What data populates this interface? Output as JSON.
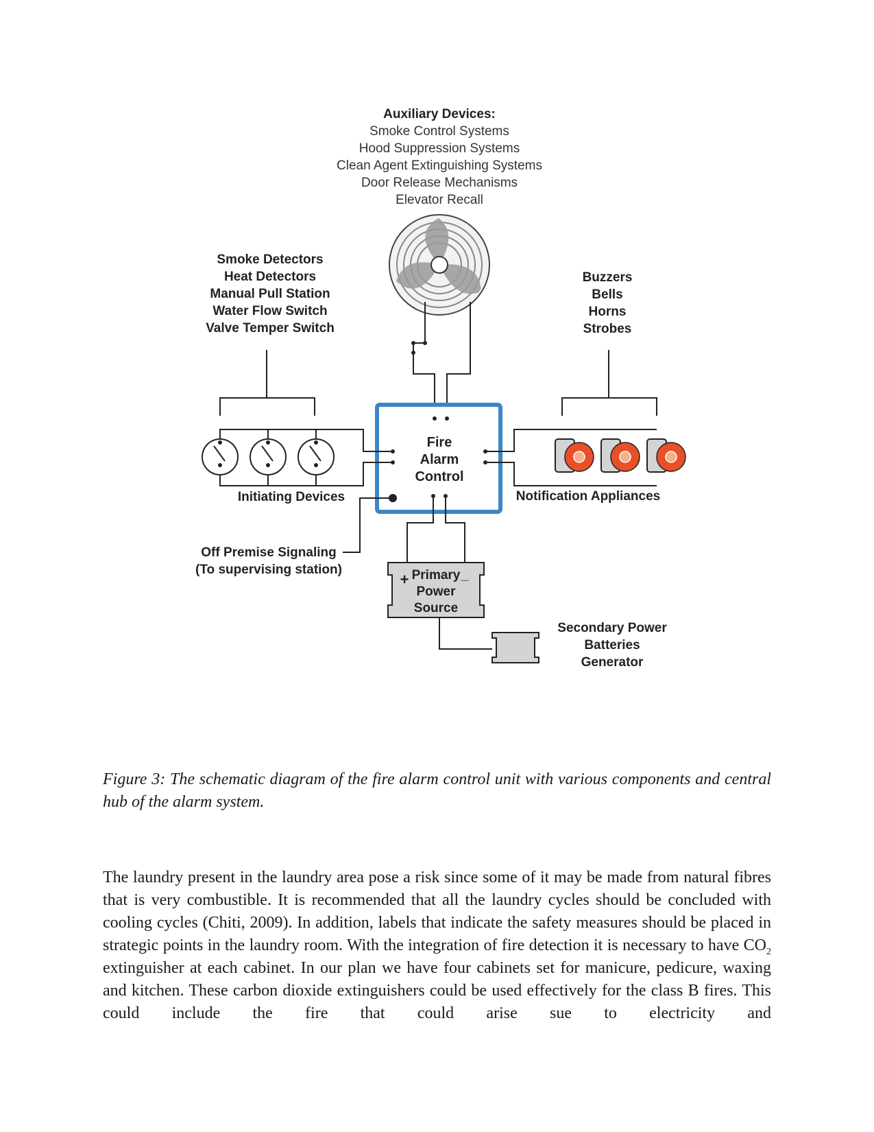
{
  "diagram": {
    "auxiliary": {
      "title": "Auxiliary Devices:",
      "items": [
        "Smoke Control Systems",
        "Hood Suppression Systems",
        "Clean Agent Extinguishing Systems",
        "Door Release Mechanisms",
        "Elevator Recall"
      ]
    },
    "detectors": [
      "Smoke Detectors",
      "Heat Detectors",
      "Manual Pull Station",
      "Water Flow Switch",
      "Valve Temper Switch"
    ],
    "notification_devices": [
      "Buzzers",
      "Bells",
      "Horns",
      "Strobes"
    ],
    "control_panel": [
      "Fire",
      "Alarm",
      "Control"
    ],
    "initiating_label": "Initiating Devices",
    "notification_label": "Notification Appliances",
    "off_premise": [
      "Off Premise Signaling",
      "(To supervising station)"
    ],
    "primary_power": {
      "plus": "+",
      "minus": "_",
      "lines": [
        "Primary",
        "Power",
        "Source"
      ]
    },
    "secondary_power": [
      "Secondary Power",
      "Batteries",
      "Generator"
    ]
  },
  "caption": "Figure 3: The schematic diagram of the fire alarm control unit with various components and central hub of the alarm system.",
  "body": {
    "part1": "The laundry present in the laundry area pose a risk since some of it may be made from natural fibres that is very combustible.  It is recommended that all the laundry cycles should be concluded with cooling cycles (Chiti, 2009). In addition, labels that indicate the safety measures should be placed in strategic points in the laundry room. With the integration of fire detection it is necessary to have CO",
    "subscript": "2",
    "part2": " extinguisher at each cabinet. In our plan we have four cabinets set for manicure, pedicure, waxing and kitchen. These carbon dioxide extinguishers could be used effectively for the class B fires. This could include the fire that could arise sue to electricity and"
  },
  "colors": {
    "panel_border": "#3a86c8",
    "strobe_outer": "#e8502a",
    "strobe_inner": "#f7b08a",
    "power_fill": "#d4d4d4"
  }
}
